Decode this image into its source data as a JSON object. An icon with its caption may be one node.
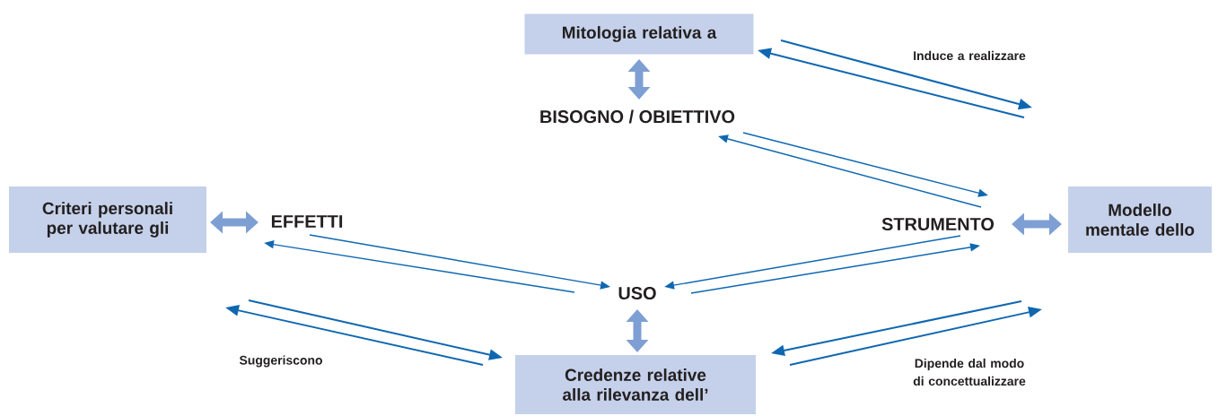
{
  "diagram": {
    "nodes": [
      {
        "text": [
          "Mitologia relativa a"
        ]
      },
      {
        "text": [
          "BISOGNO / OBIETTIVO"
        ]
      },
      {
        "text": [
          "Criteri personali per valutare gli"
        ]
      },
      {
        "text": [
          "EFFETTI"
        ]
      },
      {
        "text": [
          "STRUMENTO"
        ]
      },
      {
        "text": [
          "Modello mentale dello"
        ]
      },
      {
        "text": [
          "USO"
        ]
      },
      {
        "text": [
          "Credenze relative alla rilevanza dell’"
        ]
      }
    ],
    "edges": [
      {
        "from": 0,
        "to": 1,
        "arrow": "both",
        "style": "thick",
        "color": "#7e9fd3"
      },
      {
        "from": 2,
        "to": 3,
        "arrow": "both",
        "style": "thick",
        "color": "#7e9fd3"
      },
      {
        "from": 4,
        "to": 5,
        "arrow": "both",
        "style": "thick",
        "color": "#7e9fd3"
      },
      {
        "from": 6,
        "to": 7,
        "arrow": "both",
        "style": "thick",
        "color": "#7e9fd3"
      },
      {
        "from": 1,
        "to": 4,
        "arrow": "to"
      },
      {
        "from": 4,
        "to": 1,
        "arrow": "to"
      },
      {
        "from": 3,
        "to": 6,
        "arrow": "to"
      },
      {
        "from": 6,
        "to": 3,
        "arrow": "to"
      },
      {
        "from": 4,
        "to": 6,
        "arrow": "to"
      },
      {
        "from": 6,
        "to": 4,
        "arrow": "to"
      },
      {
        "from": 0,
        "to": null,
        "arrow": "to"
      },
      {
        "from": null,
        "to": 0,
        "arrow": "to"
      },
      {
        "from": null,
        "to": 7,
        "arrow": "to"
      },
      {
        "from": 7,
        "to": null,
        "arrow": "to"
      },
      {
        "from": null,
        "to": 7,
        "arrow": "to"
      },
      {
        "from": 7,
        "to": null,
        "arrow": "to"
      }
    ],
    "labels": [
      "Induce a realizzare",
      "Suggeriscono",
      "Dipende dal modo di concettualizzare"
    ]
  }
}
